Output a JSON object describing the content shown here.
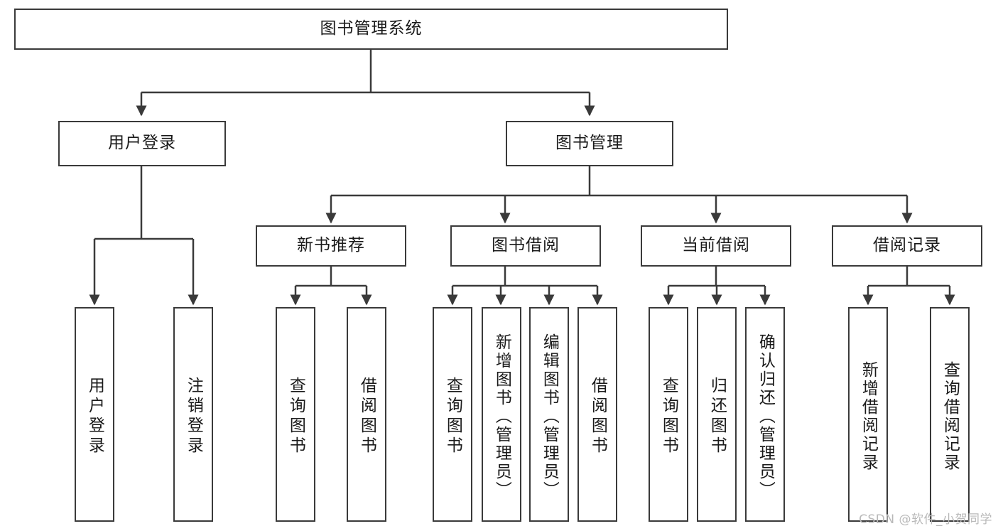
{
  "diagram": {
    "title": "图书管理系统",
    "type": "tree-hierarchy-diagram",
    "root": {
      "label": "图书管理系统"
    },
    "level2": [
      {
        "label": "用户登录"
      },
      {
        "label": "图书管理"
      }
    ],
    "level3": [
      {
        "label": "新书推荐"
      },
      {
        "label": "图书借阅"
      },
      {
        "label": "当前借阅"
      },
      {
        "label": "借阅记录"
      }
    ],
    "leaves": {
      "user_login": [
        {
          "label": "用户登录"
        },
        {
          "label": "注销登录"
        }
      ],
      "new_book_recommend": [
        {
          "label": "查询图书"
        },
        {
          "label": "借阅图书"
        }
      ],
      "book_borrow": [
        {
          "label": "查询图书"
        },
        {
          "label": "新增图书（管理员）"
        },
        {
          "label": "编辑图书（管理员）"
        },
        {
          "label": "借阅图书"
        }
      ],
      "current_borrow": [
        {
          "label": "查询图书"
        },
        {
          "label": "归还图书"
        },
        {
          "label": "确认归还（管理员）"
        }
      ],
      "borrow_record": [
        {
          "label": "新增借阅记录"
        },
        {
          "label": "查询借阅记录"
        }
      ]
    }
  },
  "watermark": {
    "text": "CSDN @软件_小贺同学"
  },
  "colors": {
    "stroke": "#3a3a3a",
    "fill": "#ffffff",
    "text": "#1a1a1a",
    "watermark": "#b9b9b9"
  }
}
